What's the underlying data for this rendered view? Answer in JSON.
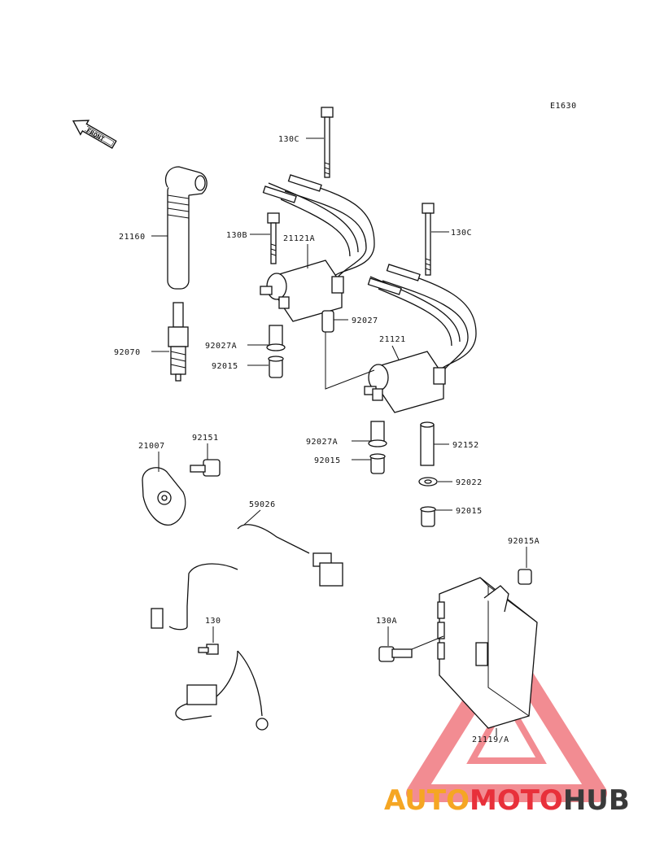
{
  "figure_id": "E1630",
  "front_label": "FRONT",
  "parts": [
    {
      "key": "p130c_top",
      "label": "130C"
    },
    {
      "key": "p21160",
      "label": "21160"
    },
    {
      "key": "p130b",
      "label": "130B"
    },
    {
      "key": "p21121a",
      "label": "21121A"
    },
    {
      "key": "p130c_right",
      "label": "130C"
    },
    {
      "key": "p92027",
      "label": "92027"
    },
    {
      "key": "p92027a_top",
      "label": "92027A"
    },
    {
      "key": "p92070",
      "label": "92070"
    },
    {
      "key": "p92015_top",
      "label": "92015"
    },
    {
      "key": "p21121",
      "label": "21121"
    },
    {
      "key": "p21007",
      "label": "21007"
    },
    {
      "key": "p92151",
      "label": "92151"
    },
    {
      "key": "p92027a_mid",
      "label": "92027A"
    },
    {
      "key": "p92152",
      "label": "92152"
    },
    {
      "key": "p92015_mid",
      "label": "92015"
    },
    {
      "key": "p92022",
      "label": "92022"
    },
    {
      "key": "p59026",
      "label": "59026"
    },
    {
      "key": "p92015_right",
      "label": "92015"
    },
    {
      "key": "p92015a",
      "label": "92015A"
    },
    {
      "key": "p130",
      "label": "130"
    },
    {
      "key": "p130a",
      "label": "130A"
    },
    {
      "key": "p21119a",
      "label": "21119/A"
    }
  ],
  "watermark": {
    "part1": "AUTO",
    "part2": "MOTO",
    "part3": "HUB",
    "color1": "#f5a623",
    "color2": "#e8303a",
    "color3": "#3a3a3a"
  }
}
